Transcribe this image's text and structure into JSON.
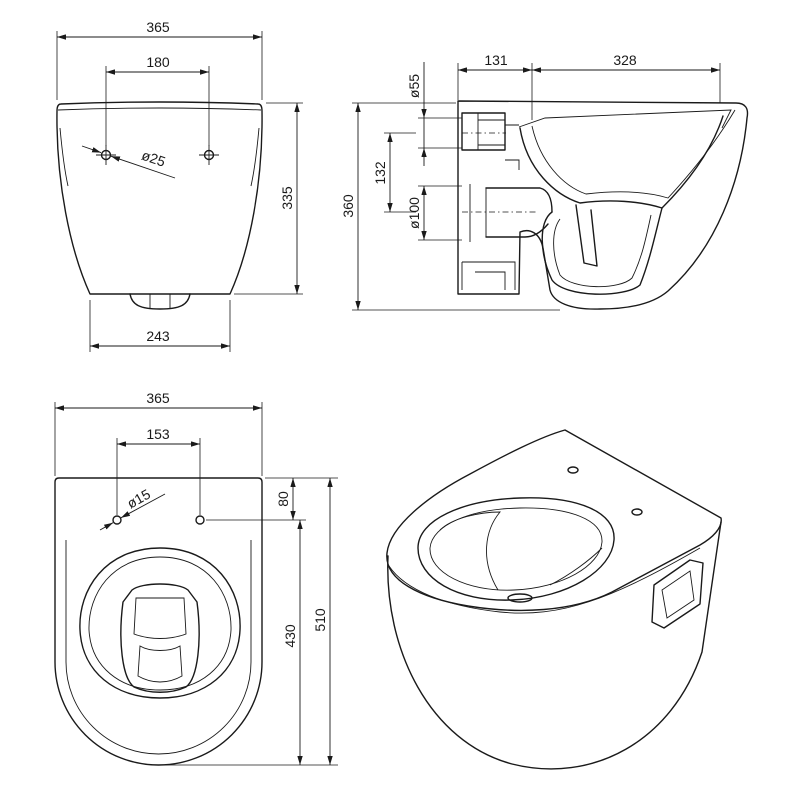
{
  "front_view": {
    "overall_width": "365",
    "hole_spacing": "180",
    "hole_diameter": "ø25",
    "height": "335",
    "base_width": "243"
  },
  "side_view": {
    "overall_height": "360",
    "upper_pipe_diameter": "ø55",
    "rear_depth": "131",
    "front_depth": "328",
    "pipe_spacing": "132",
    "outlet_diameter": "ø100"
  },
  "top_view": {
    "overall_width": "365",
    "hole_spacing": "153",
    "hole_diameter": "ø15",
    "hole_offset": "80",
    "length_from_holes": "430",
    "overall_length": "510"
  },
  "colors": {
    "line": "#1a1a1a",
    "background": "#ffffff"
  }
}
